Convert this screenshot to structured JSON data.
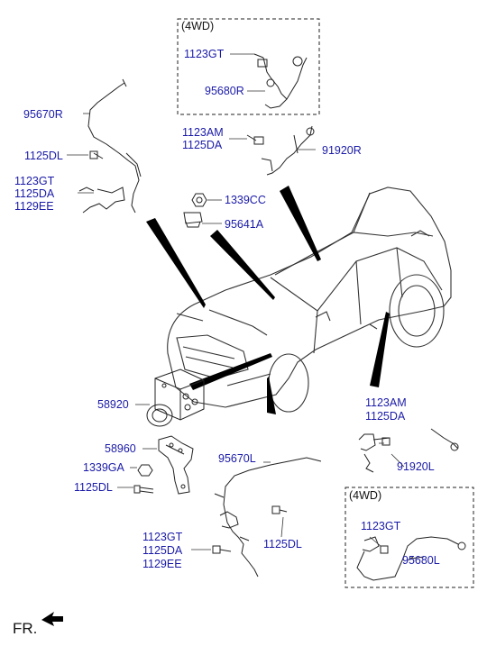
{
  "diagram": {
    "boxes": {
      "top_4wd": "(4WD)",
      "bottom_4wd": "(4WD)"
    },
    "labels": {
      "p1123gt_top": "1123GT",
      "p95680r": "95680R",
      "p95670r": "95670R",
      "p1123am_top": "1123AM",
      "p1125da_top": "1125DA",
      "p91920r": "91920R",
      "p1125dl_left": "1125DL",
      "p1123gt_left": "1123GT",
      "p1125da_left": "1125DA",
      "p1129ee_left": "1129EE",
      "p1339cc": "1339CC",
      "p95641a": "95641A",
      "p58920": "58920",
      "p58960": "58960",
      "p1339ga": "1339GA",
      "p1125dl_bl": "1125DL",
      "p95670l": "95670L",
      "p1123gt_bl": "1123GT",
      "p1125da_bl": "1125DA",
      "p1129ee_bl": "1129EE",
      "p1125dl_bm": "1125DL",
      "p1123am_r": "1123AM",
      "p1125da_r": "1125DA",
      "p91920l": "91920L",
      "p1123gt_br": "1123GT",
      "p95680l": "95680L"
    },
    "direction_marker": "FR."
  }
}
